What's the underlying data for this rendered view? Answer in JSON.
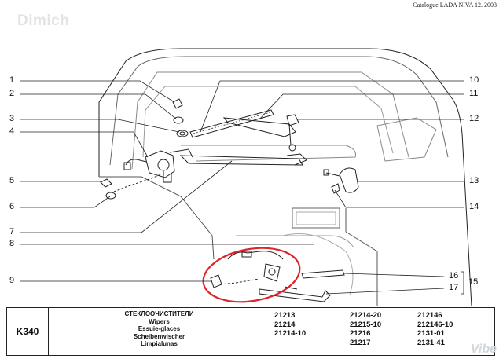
{
  "header": {
    "catalog": "Catalogue LADA NIVA 12. 2003",
    "watermark": "Dimich"
  },
  "callouts": [
    "1",
    "2",
    "3",
    "4",
    "5",
    "6",
    "7",
    "8",
    "9",
    "10",
    "11",
    "12",
    "13",
    "14",
    "15",
    "16",
    "17"
  ],
  "caption": {
    "code": "K340",
    "titles": [
      "СТЕКЛООЧИСТИТЕЛИ",
      "Wipers",
      "Essuie-glaces",
      "Scheibenwischer",
      "Limpialunas"
    ],
    "models": [
      "21213",
      "21214-20",
      "212146",
      "21214",
      "21215-10",
      "212146-10",
      "21214-10",
      "21216",
      "2131-01",
      "",
      "21217",
      "2131-41"
    ]
  },
  "badge": "Vibe",
  "colors": {
    "highlight": "#e0242a",
    "line": "#222222"
  }
}
